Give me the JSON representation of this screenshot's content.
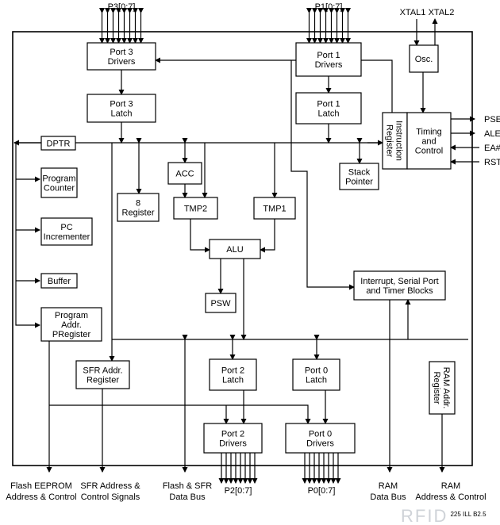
{
  "pins": {
    "p3": "P3[0:7]",
    "p1": "P1[0:7]",
    "xtal1": "XTAL1",
    "xtal2": "XTAL2",
    "p2": "P2[0:7]",
    "p0": "P0[0:7]",
    "pse": "PSE",
    "ale": "ALE",
    "ea": "EA#",
    "rst": "RST"
  },
  "blocks": {
    "port3_drivers": [
      "Port 3",
      "Drivers"
    ],
    "port3_latch": [
      "Port 3",
      "Latch"
    ],
    "port1_drivers": [
      "Port 1",
      "Drivers"
    ],
    "port1_latch": [
      "Port 1",
      "Latch"
    ],
    "osc": [
      "Osc."
    ],
    "instruction_register": [
      "Instruction",
      "Register"
    ],
    "timing_control": [
      "Timing",
      "and",
      "Control"
    ],
    "dptr": [
      "DPTR"
    ],
    "program_counter": [
      "Program",
      "Counter"
    ],
    "pc_incrementer": [
      "PC",
      "Incrementer"
    ],
    "buffer": [
      "Buffer"
    ],
    "program_addr_register": [
      "Program",
      "Addr.",
      "PRegister"
    ],
    "b_register": [
      "8",
      "Register"
    ],
    "acc": [
      "ACC"
    ],
    "tmp2": [
      "TMP2"
    ],
    "tmp1": [
      "TMP1"
    ],
    "alu": [
      "ALU"
    ],
    "psw": [
      "PSW"
    ],
    "stack_pointer": [
      "Stack",
      "Pointer"
    ],
    "interrupt_blocks": [
      "Interrupt, Serial Port",
      "and Timer Blocks"
    ],
    "sfr_addr_register": [
      "SFR Addr.",
      "Register"
    ],
    "port2_latch": [
      "Port 2",
      "Latch"
    ],
    "port0_latch": [
      "Port 0",
      "Latch"
    ],
    "port2_drivers": [
      "Port 2",
      "Drivers"
    ],
    "port0_drivers": [
      "Port 0",
      "Drivers"
    ],
    "ram_addr_register": [
      "RAM Addr.",
      "Register"
    ]
  },
  "bottom_labels": {
    "flash_eeprom": [
      "Flash EEPROM",
      "Address & Control"
    ],
    "sfr_address": [
      "SFR Address &",
      "Control Signals"
    ],
    "flash_sfr_bus": [
      "Flash & SFR",
      "Data Bus"
    ],
    "ram_data_bus": [
      "RAM",
      "Data Bus"
    ],
    "ram_address": [
      "RAM",
      "Address & Control"
    ]
  },
  "figure_id": "225 ILL B2.5",
  "watermark": "RFID"
}
